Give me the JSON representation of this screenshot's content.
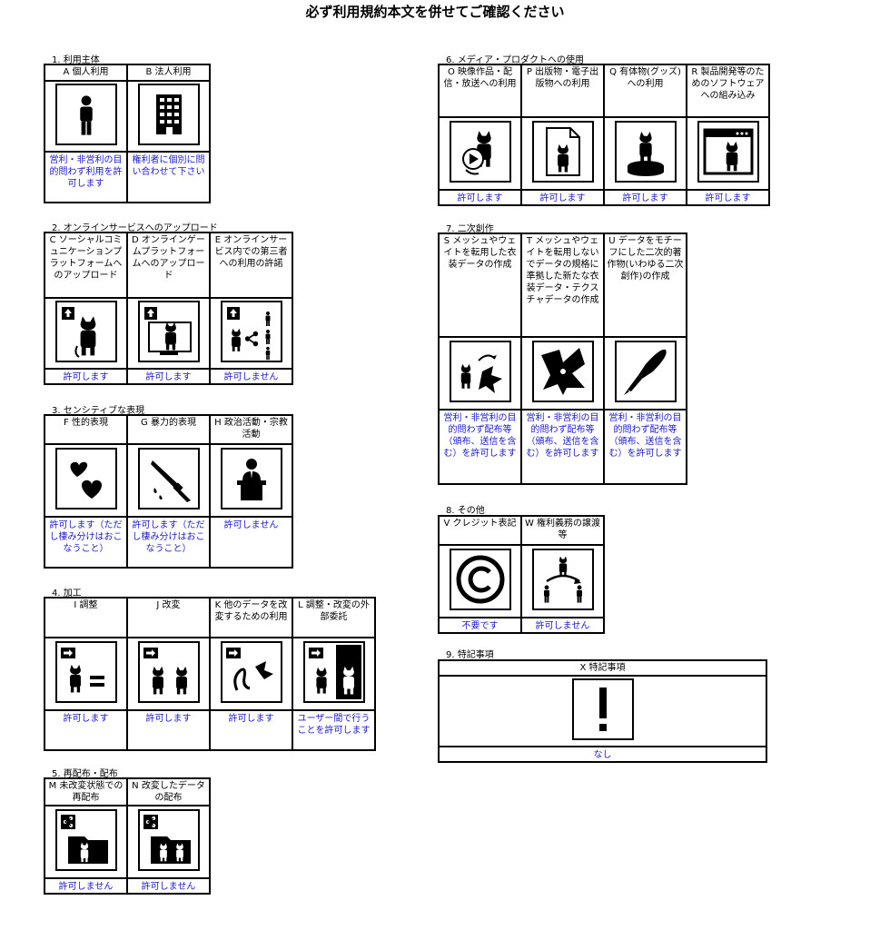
{
  "page_title": "必ず利用規約本文を併せてご確認ください",
  "sections": {
    "s1": {
      "title": "1. 利用主体",
      "items": [
        {
          "label": "A 個人利用",
          "status": "営利・非営利の目的問わず利用を許可します",
          "icon": "person-icon"
        },
        {
          "label": "B 法人利用",
          "status": "権利者に個別に問い合わせて下さい",
          "icon": "building-icon"
        }
      ]
    },
    "s2": {
      "title": "2. オンラインサービスへのアップロード",
      "items": [
        {
          "label": "C ソーシャルコミュニケーションプラットフォームへのアップロード",
          "status": "許可します",
          "icon": "upload-avatar-icon"
        },
        {
          "label": "D オンラインゲームプラットフォームへのアップロード",
          "status": "許可します",
          "icon": "upload-game-icon"
        },
        {
          "label": "E オンラインサービス内での第三者への利用の許諾",
          "status": "許可しません",
          "icon": "upload-share-icon"
        }
      ]
    },
    "s3": {
      "title": "3. センシティブな表現",
      "items": [
        {
          "label": "F 性的表現",
          "status": "許可します（ただし棲み分けはおこなうこと）",
          "icon": "hearts-icon"
        },
        {
          "label": "G 暴力的表現",
          "status": "許可します（ただし棲み分けはおこなうこと）",
          "icon": "knife-icon"
        },
        {
          "label": "H 政治活動・宗教活動",
          "status": "許可しません",
          "icon": "podium-icon"
        }
      ]
    },
    "s4": {
      "title": "4. 加工",
      "items": [
        {
          "label": "I 調整",
          "status": "許可します",
          "icon": "adjust-icon"
        },
        {
          "label": "J 改変",
          "status": "許可します",
          "icon": "modify-icon"
        },
        {
          "label": "K 他のデータを改変するための利用",
          "status": "許可します",
          "icon": "parts-icon"
        },
        {
          "label": "L 調整・改変の外部委託",
          "status": "ユーザー間で行うことを許可します",
          "icon": "outsource-icon"
        }
      ]
    },
    "s5": {
      "title": "5. 再配布・配布",
      "items": [
        {
          "label": "M 未改変状態での再配布",
          "status": "許可しません",
          "icon": "redistribute-icon"
        },
        {
          "label": "N 改変したデータの配布",
          "status": "許可しません",
          "icon": "distribute-modified-icon"
        }
      ]
    },
    "s6": {
      "title": "6. メディア・プロダクトへの使用",
      "items": [
        {
          "label": "O 映像作品・配信・放送への利用",
          "status": "許可します",
          "icon": "video-icon"
        },
        {
          "label": "P 出版物・電子出版物への利用",
          "status": "許可します",
          "icon": "document-icon"
        },
        {
          "label": "Q 有体物(グッズ)への利用",
          "status": "許可します",
          "icon": "figure-icon"
        },
        {
          "label": "R 製品開発等のためのソフトウェアへの組み込み",
          "status": "許可します",
          "icon": "software-icon"
        }
      ]
    },
    "s7": {
      "title": "7. 二次創作",
      "items": [
        {
          "label": "S メッシュやウェイトを転用した衣装データの作成",
          "status": "営利・非営利の目的問わず配布等（頒布、送信を含む）を許可します",
          "icon": "costume-icon"
        },
        {
          "label": "T メッシュやウェイトを転用しないでデータの規格に準拠した新たな衣装データ・テクスチャデータの作成",
          "status": "営利・非営利の目的問わず配布等（頒布、送信を含む）を許可します",
          "icon": "cloth-icon"
        },
        {
          "label": "U データをモチーフにした二次的著作物(いわゆる二次創作)の作成",
          "status": "営利・非営利の目的問わず配布等（頒布、送信を含む）を許可します",
          "icon": "pen-icon"
        }
      ]
    },
    "s8": {
      "title": "8. その他",
      "items": [
        {
          "label": "V クレジット表記",
          "status": "不要です",
          "icon": "copyright-icon"
        },
        {
          "label": "W 権利義務の譲渡等",
          "status": "許可しません",
          "icon": "transfer-icon"
        }
      ]
    },
    "s9": {
      "title": "9. 特記事項",
      "items": [
        {
          "label": "X 特記事項",
          "status": "なし",
          "icon": "exclamation-icon"
        }
      ]
    }
  },
  "colors": {
    "status_text": "#1a1ad6",
    "border": "#000000",
    "icon_fill": "#000000"
  }
}
